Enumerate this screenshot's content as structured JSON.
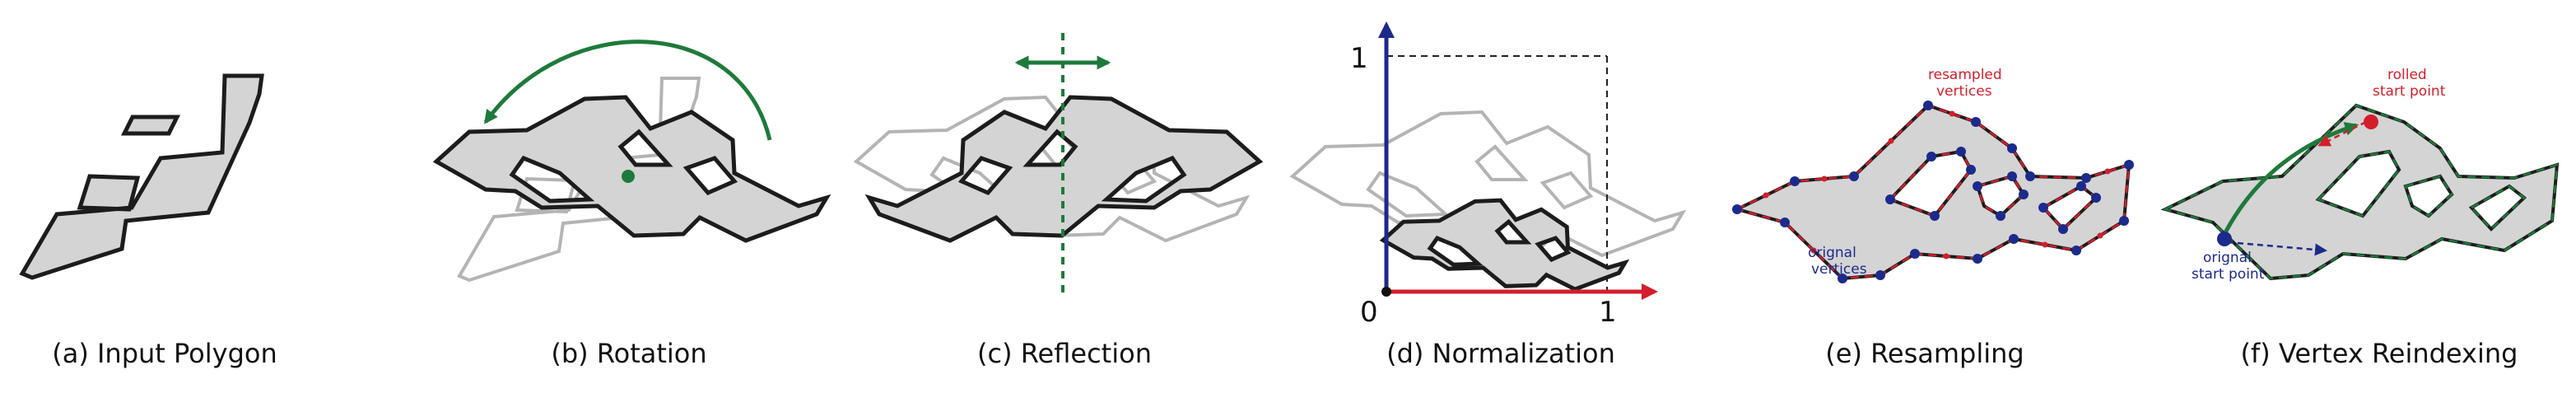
{
  "colors": {
    "fill": "#d4d4d4",
    "stroke": "#1c1c1c",
    "ghost": "#b4b4b4",
    "green": "#1e7a3a",
    "red": "#d21f2b",
    "blue": "#1c2a8c"
  },
  "panels": [
    {
      "id": "a",
      "caption": "(a) Input Polygon"
    },
    {
      "id": "b",
      "caption": "(b) Rotation"
    },
    {
      "id": "c",
      "caption": "(c) Reflection"
    },
    {
      "id": "d",
      "caption": "(d) Normalization"
    },
    {
      "id": "e",
      "caption": "(e) Resampling"
    },
    {
      "id": "f",
      "caption": "(f) Vertex Reindexing"
    }
  ],
  "normalization": {
    "origin_label": "0",
    "x_max_label": "1",
    "y_max_label": "1"
  },
  "resampling": {
    "resampled_label": [
      "resampled",
      "vertices"
    ],
    "original_label": [
      "orignal",
      "vertices"
    ]
  },
  "reindexing": {
    "rolled_label": [
      "rolled",
      "start point"
    ],
    "original_label": [
      "orignal",
      "start point"
    ]
  }
}
